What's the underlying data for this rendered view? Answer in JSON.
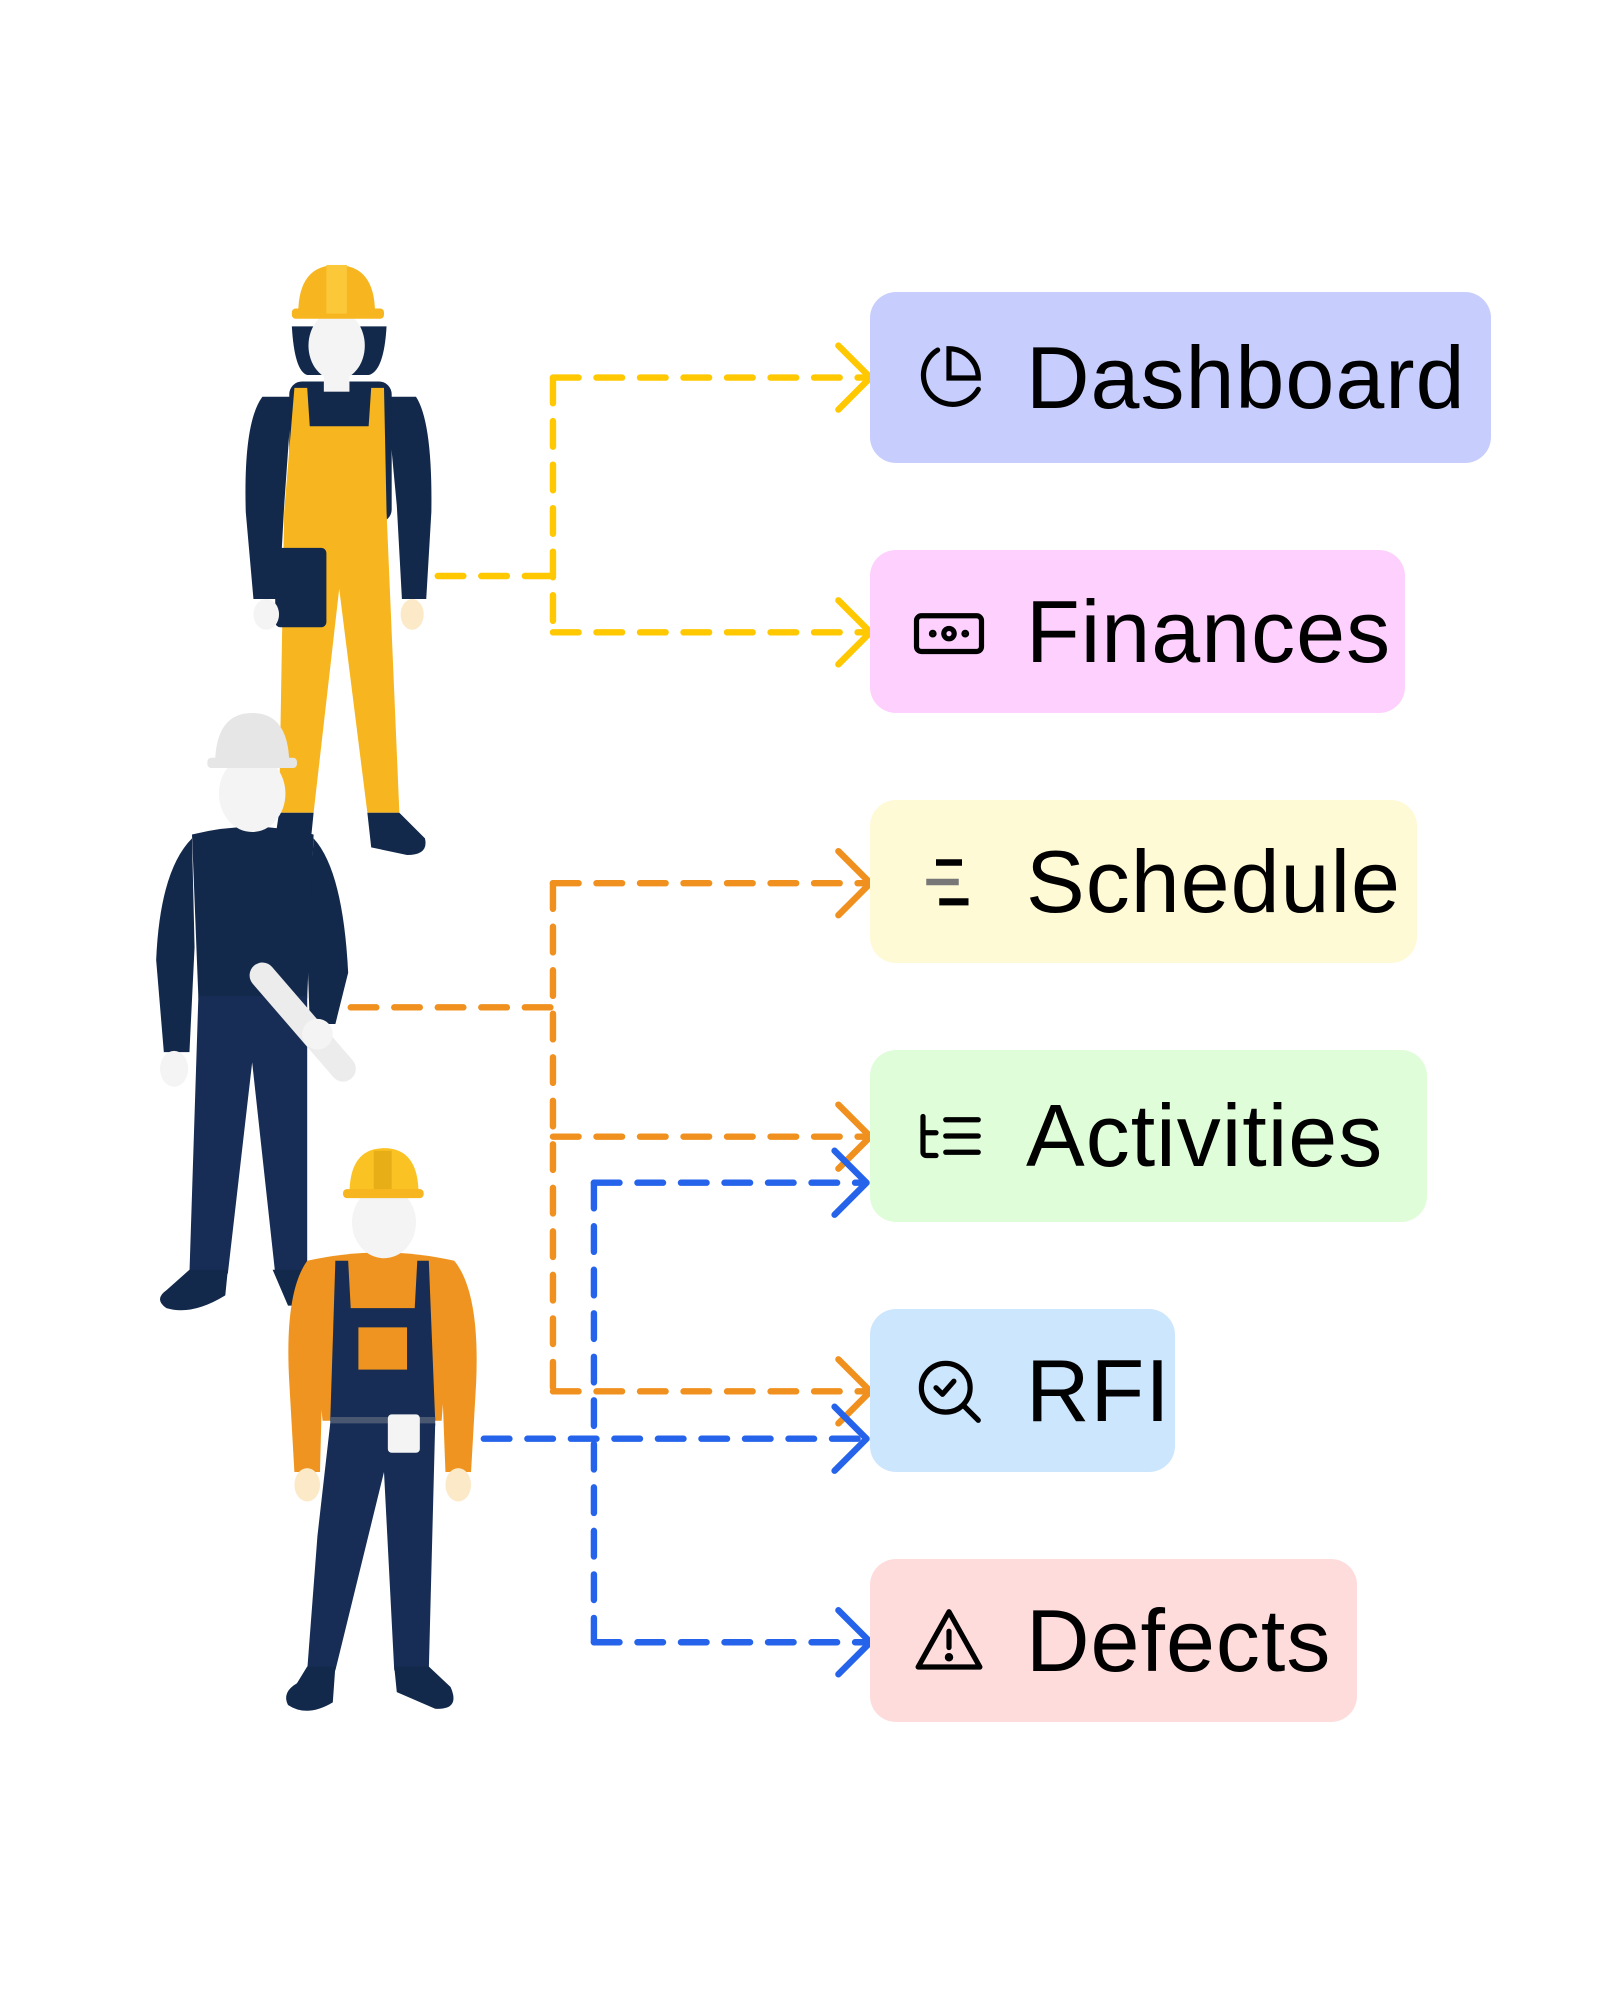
{
  "modules": [
    {
      "label": "Dashboard",
      "icon": "pie-chart-icon",
      "color": "#C7CEFD"
    },
    {
      "label": "Finances",
      "icon": "banknote-icon",
      "color": "#FDD0FD"
    },
    {
      "label": "Schedule",
      "icon": "schedule-bars-icon",
      "color": "#FEFAD6"
    },
    {
      "label": "Activities",
      "icon": "list-tree-icon",
      "color": "#DFFDD8"
    },
    {
      "label": "RFI",
      "icon": "search-check-icon",
      "color": "#CCE6FD"
    },
    {
      "label": "Defects",
      "icon": "warning-triangle-icon",
      "color": "#FFDCDC"
    }
  ],
  "connectors": [
    {
      "from": "worker-yellow-overalls",
      "to": [
        "Dashboard",
        "Finances"
      ],
      "color": "#FFC800"
    },
    {
      "from": "worker-navy",
      "to": [
        "Schedule",
        "Activities",
        "RFI"
      ],
      "color": "#F0901E"
    },
    {
      "from": "worker-orange",
      "to": [
        "Activities",
        "RFI",
        "Defects"
      ],
      "color": "#2563EB"
    }
  ]
}
